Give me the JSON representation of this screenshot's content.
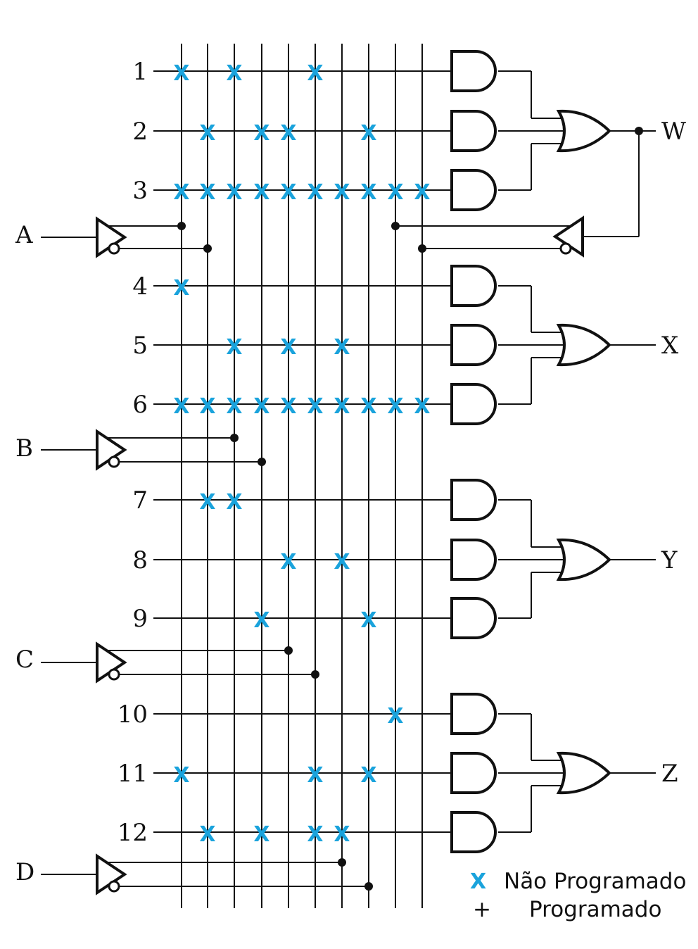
{
  "colors": {
    "line": "#111111",
    "x_mark": "#1aa3dc"
  },
  "inputs": [
    {
      "label": "A",
      "true_col": 0,
      "comp_col": 1
    },
    {
      "label": "B",
      "true_col": 2,
      "comp_col": 3
    },
    {
      "label": "C",
      "true_col": 4,
      "comp_col": 5
    },
    {
      "label": "D",
      "true_col": 6,
      "comp_col": 7
    }
  ],
  "feedback": {
    "from_output": "W",
    "true_col": 8,
    "comp_col": 9
  },
  "mark_symbol": "X",
  "product_terms": [
    {
      "label": "1",
      "x_cols": [
        0,
        2,
        5
      ]
    },
    {
      "label": "2",
      "x_cols": [
        1,
        3,
        4,
        7
      ]
    },
    {
      "label": "3",
      "x_cols": [
        0,
        1,
        2,
        3,
        4,
        5,
        6,
        7,
        8,
        9
      ]
    },
    {
      "label": "4",
      "x_cols": [
        0
      ]
    },
    {
      "label": "5",
      "x_cols": [
        2,
        4,
        6
      ]
    },
    {
      "label": "6",
      "x_cols": [
        0,
        1,
        2,
        3,
        4,
        5,
        6,
        7,
        8,
        9
      ]
    },
    {
      "label": "7",
      "x_cols": [
        1,
        2
      ]
    },
    {
      "label": "8",
      "x_cols": [
        4,
        6
      ]
    },
    {
      "label": "9",
      "x_cols": [
        3,
        7
      ]
    },
    {
      "label": "10",
      "x_cols": [
        8
      ]
    },
    {
      "label": "11",
      "x_cols": [
        0,
        5,
        7
      ]
    },
    {
      "label": "12",
      "x_cols": [
        1,
        3,
        5,
        6
      ]
    }
  ],
  "outputs": [
    {
      "label": "W"
    },
    {
      "label": "X"
    },
    {
      "label": "Y"
    },
    {
      "label": "Z"
    }
  ],
  "legend": {
    "not_programmed_symbol": "X",
    "not_programmed_label": "Não Programado",
    "programmed_symbol": "+",
    "programmed_label": "Programado"
  }
}
